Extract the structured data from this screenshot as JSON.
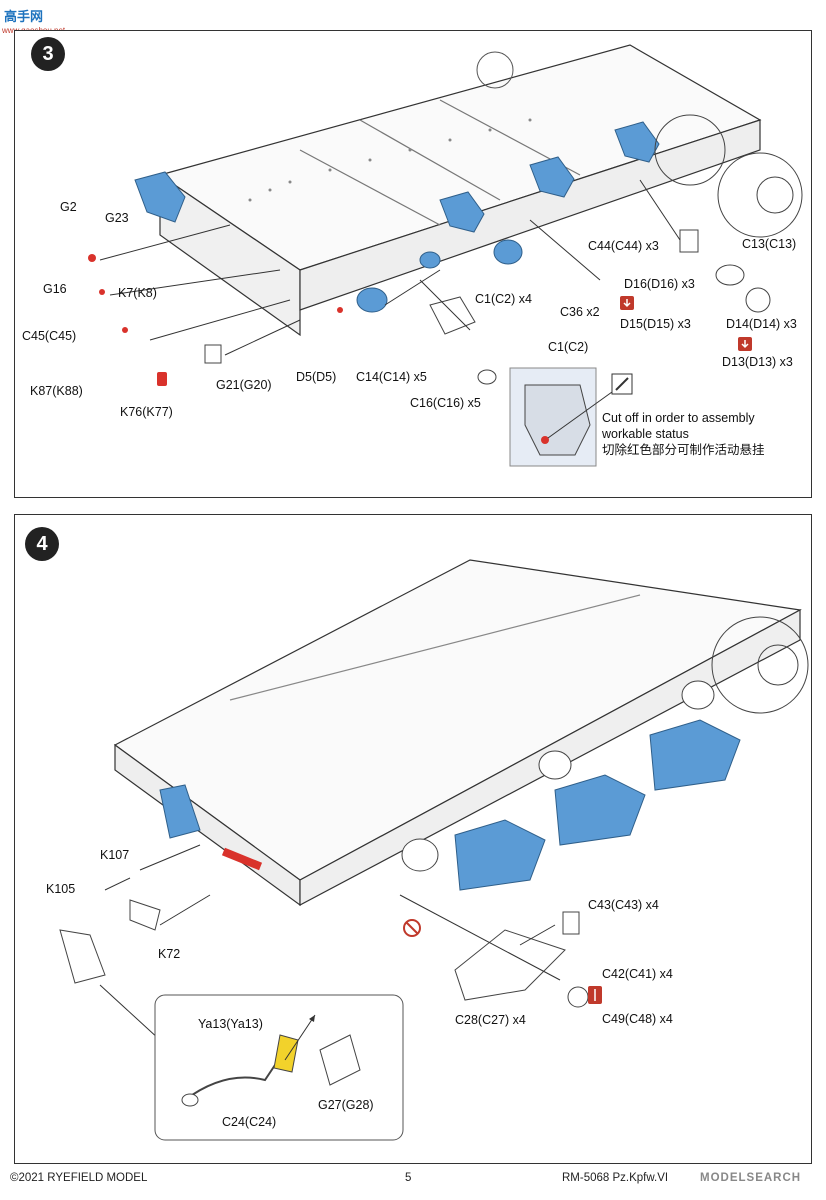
{
  "watermark": {
    "top_left_text": "高手网",
    "top_left_sub": "www.gaoshou.net",
    "bottom_right": "MODELSEARCH"
  },
  "step3": {
    "number": "3",
    "labels": {
      "G2": "G2",
      "G23": "G23",
      "G16": "G16",
      "K7": "K7(K8)",
      "C45": "C45(C45)",
      "K87": "K87(K88)",
      "K76": "K76(K77)",
      "G21": "G21(G20)",
      "D5": "D5(D5)",
      "C14": "C14(C14) x5",
      "C16": "C16(C16) x5",
      "C1": "C1(C2) x4",
      "C36": "C36 x2",
      "C44": "C44(C44) x3",
      "C13": "C13(C13)",
      "D16": "D16(D16) x3",
      "D15": "D15(D15) x3",
      "D14": "D14(D14) x3",
      "D13": "D13(D13) x3",
      "detail_label": "C1(C2)"
    },
    "note_en": "Cut off in order to assembly workable status",
    "note_cn": "切除红色部分可制作活动悬挂"
  },
  "step4": {
    "number": "4",
    "labels": {
      "K107": "K107",
      "K105": "K105",
      "K72": "K72",
      "C43": "C43(C43) x4",
      "C42": "C42(C41) x4",
      "C49": "C49(C48) x4",
      "C28": "C28(C27) x4",
      "Ya13": "Ya13(Ya13)",
      "C24": "C24(C24)",
      "G27": "G27(G28)"
    }
  },
  "footer": {
    "copyright": "©2021 RYEFIELD MODEL",
    "page": "5",
    "product": "RM-5068 Pz.Kpfw.VI"
  },
  "colors": {
    "part_blue": "#5b9bd5",
    "cut_red": "#d9322b",
    "line": "#333333"
  }
}
